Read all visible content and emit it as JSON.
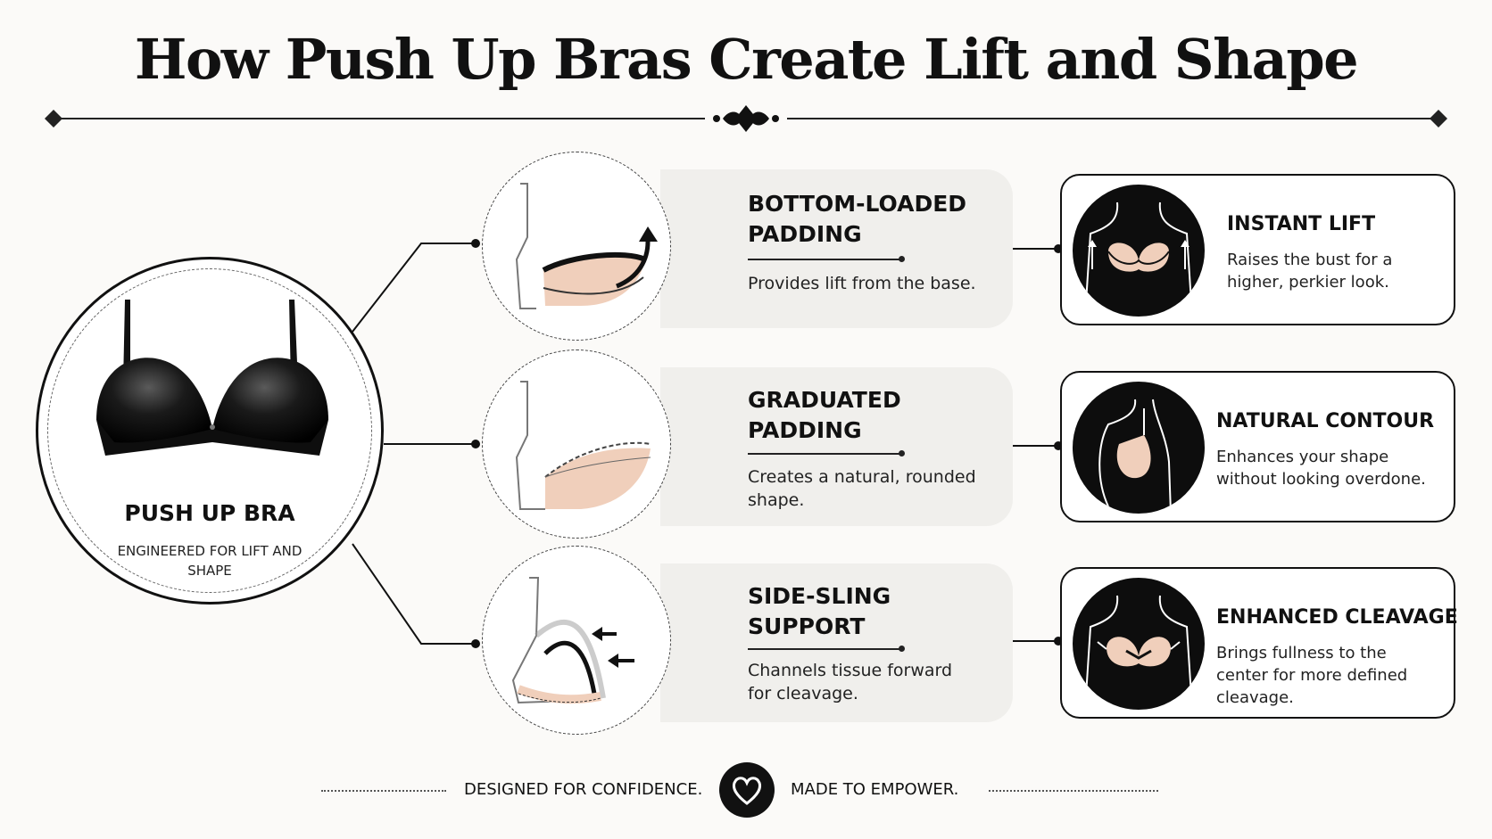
{
  "title": "How Push Up Bras Create Lift and Shape",
  "product": {
    "title": "PUSH UP BRA",
    "subtitle": "ENGINEERED FOR LIFT AND SHAPE"
  },
  "features": [
    {
      "title": "BOTTOM-LOADED PADDING",
      "description": "Provides lift from the base."
    },
    {
      "title": "GRADUATED PADDING",
      "description": "Creates a natural, rounded shape."
    },
    {
      "title": "SIDE-SLING SUPPORT",
      "description": "Channels tissue forward for cleavage."
    }
  ],
  "benefits": [
    {
      "title": "INSTANT LIFT",
      "description": "Raises the bust for a higher, perkier look."
    },
    {
      "title": "NATURAL CONTOUR",
      "description": "Enhances your shape without looking overdone."
    },
    {
      "title": "ENHANCED CLEAVAGE",
      "description": "Brings fullness to the center for more defined cleavage."
    }
  ],
  "footer": {
    "left": "DESIGNED FOR CONFIDENCE.",
    "right": "MADE TO EMPOWER."
  },
  "colors": {
    "ink": "#111111",
    "panel": "#f0efec",
    "skin": "#f0cfbb",
    "background": "#fbfaf8"
  },
  "icons": [
    "ornament-divider-icon",
    "bra-product-icon",
    "padding-diagram-icon",
    "lift-arrow-icon",
    "push-arrow-icon",
    "torso-icon",
    "heart-icon"
  ]
}
